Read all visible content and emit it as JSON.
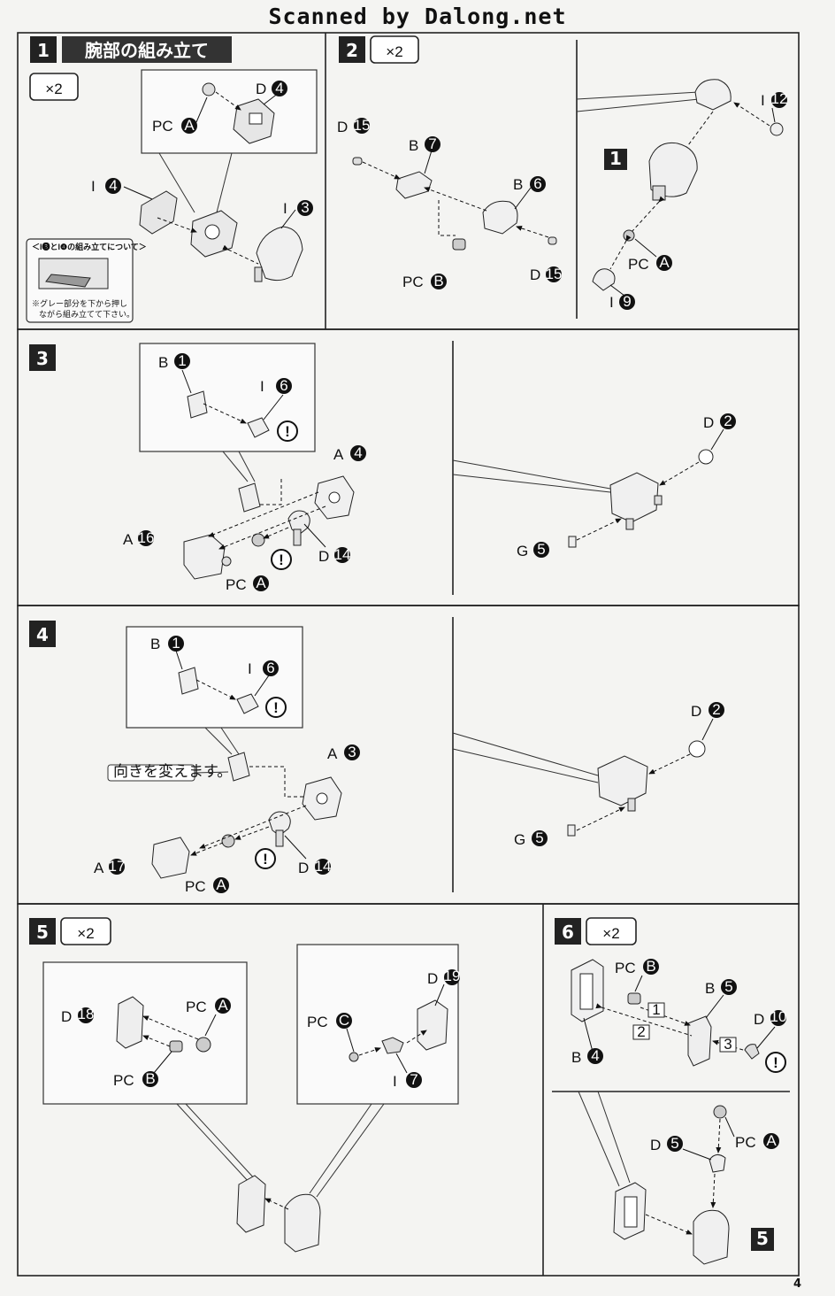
{
  "watermark": "Scanned by Dalong.net",
  "page_number": "4",
  "steps": [
    {
      "number": "1",
      "title": "腕部の組み立て",
      "multiplier": "×2",
      "parts": [
        "D",
        "4",
        "PC",
        "A",
        "I",
        "4",
        "I",
        "3"
      ],
      "note_title": "＜I❸とI❹の組み立てについて＞",
      "note_text": [
        "※グレー部分を下から押し",
        "ながら組み立てて下さい。"
      ]
    },
    {
      "number": "2",
      "multiplier": "×2",
      "parts": [
        "D",
        "15",
        "B",
        "7",
        "B",
        "6",
        "PC",
        "B",
        "D",
        "15",
        "I",
        "12",
        "PC",
        "A",
        "I",
        "9"
      ],
      "ref_step": "1"
    },
    {
      "number": "3",
      "parts": [
        "B",
        "1",
        "I",
        "6",
        "A",
        "4",
        "A",
        "16",
        "PC",
        "A",
        "D",
        "14",
        "D",
        "2",
        "G",
        "5"
      ]
    },
    {
      "number": "4",
      "parts": [
        "B",
        "1",
        "I",
        "6",
        "A",
        "3",
        "A",
        "17",
        "PC",
        "A",
        "D",
        "14",
        "D",
        "2",
        "G",
        "5"
      ],
      "note": "向きを変えます。"
    },
    {
      "number": "5",
      "multiplier": "×2",
      "parts": [
        "D",
        "18",
        "PC",
        "A",
        "PC",
        "B",
        "D",
        "19",
        "PC",
        "C",
        "I",
        "7"
      ]
    },
    {
      "number": "6",
      "multiplier": "×2",
      "parts": [
        "PC",
        "B",
        "B",
        "5",
        "D",
        "10",
        "B",
        "4",
        "D",
        "5",
        "PC",
        "A"
      ],
      "order": [
        "1",
        "2",
        "3"
      ],
      "ref_step": "5"
    }
  ]
}
